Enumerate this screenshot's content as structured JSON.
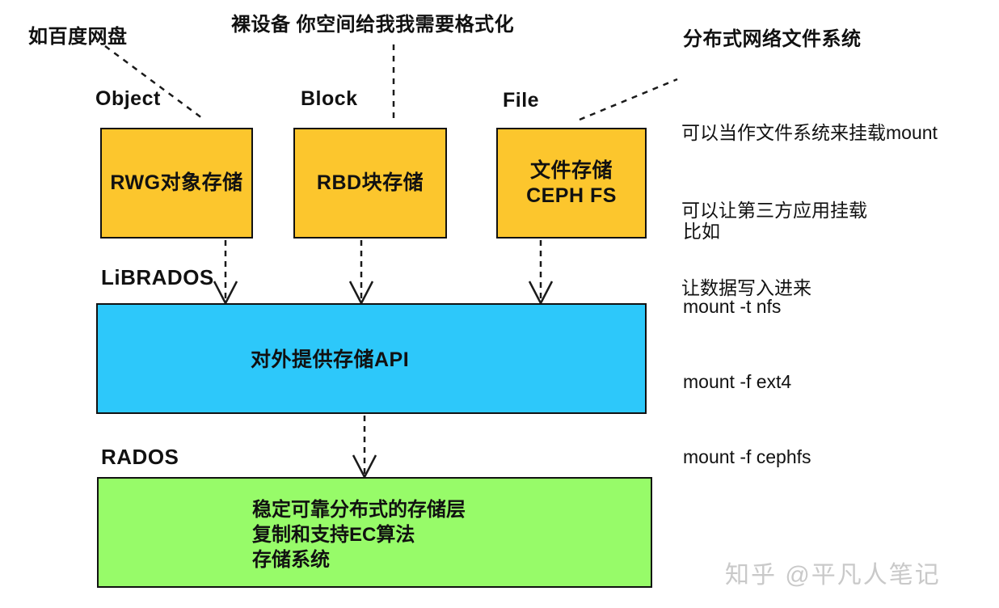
{
  "diagram": {
    "annotations": {
      "baidu": "如百度网盘",
      "raw_device": "裸设备 你空间给我我需要格式化",
      "dfs": "分布式网络文件系统",
      "mount_notes": [
        "可以当作文件系统来挂载mount",
        "可以让第三方应用挂载",
        "让数据写入进来"
      ],
      "example_title": "比如",
      "example_commands": [
        "mount -t nfs",
        "mount -f ext4",
        "mount -f cephfs"
      ]
    },
    "interface_labels": {
      "object": "Object",
      "block": "Block",
      "file": "File"
    },
    "layers": {
      "rgw_box": "RWG对象存储",
      "rbd_box": "RBD块存储",
      "cephfs_box_line1": "文件存储",
      "cephfs_box_line2": "CEPH FS",
      "librados_label": "LiBRADOS",
      "api_box": "对外提供存储API",
      "rados_label": "RADOS",
      "rados_box_lines": [
        "稳定可靠分布式的存储层",
        "复制和支持EC算法",
        "存储系统"
      ]
    },
    "colors": {
      "gateway_yellow": "#FCC62D",
      "librados_blue": "#2DC8FA",
      "rados_green": "#97FB69",
      "line_black": "#1a1a1a",
      "watermark_gray": "#c9c9c9"
    },
    "watermark": "知乎 @平凡人笔记"
  }
}
